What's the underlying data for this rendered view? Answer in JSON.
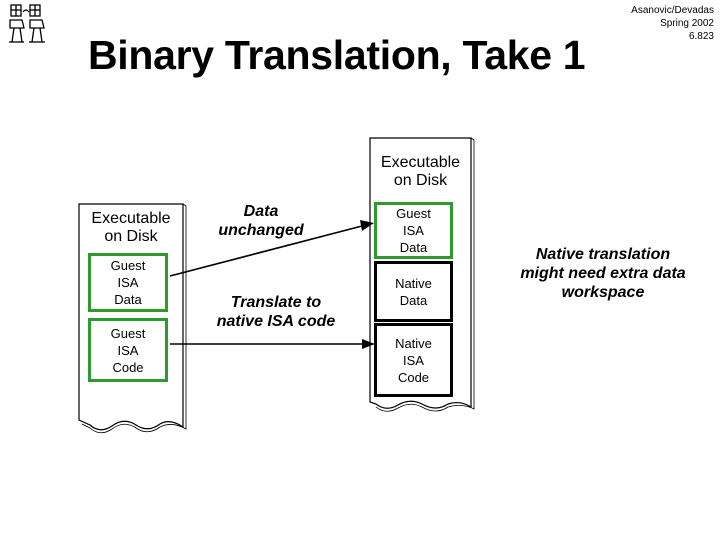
{
  "slide": {
    "title": "Binary Translation, Take 1",
    "credit": [
      "Asanovic/Devadas",
      "Spring 2002",
      "6.823"
    ]
  },
  "diagram": {
    "left_disk": {
      "header": [
        "Executable",
        "on Disk"
      ],
      "data_box": [
        "Guest",
        "ISA",
        "Data"
      ],
      "code_box": [
        "Guest",
        "ISA",
        "Code"
      ]
    },
    "right_disk": {
      "header": [
        "Executable",
        "on Disk"
      ],
      "data_box": [
        "Guest",
        "ISA",
        "Data"
      ],
      "native_data_box": [
        "Native",
        "Data"
      ],
      "native_code_box": [
        "Native",
        "ISA",
        "Code"
      ]
    },
    "arrow_data_label": [
      "Data",
      "unchanged"
    ],
    "arrow_code_label": [
      "Translate to",
      "native ISA code"
    ],
    "note": [
      "Native translation",
      "might need extra data",
      "workspace"
    ]
  },
  "colors": {
    "box_green": "#2d9a2d",
    "outline": "#000000"
  }
}
